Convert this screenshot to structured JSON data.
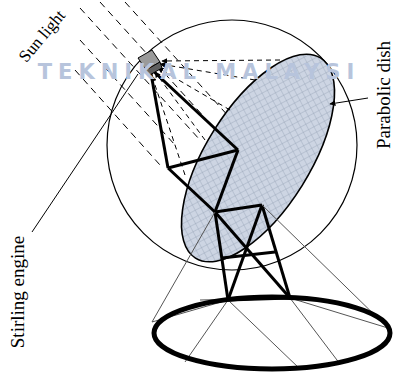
{
  "diagram": {
    "labels": [
      "Sun light",
      "Stirling engine",
      "Parabolic dish",
      "TEKNIKAL MALAYSI"
    ]
  }
}
